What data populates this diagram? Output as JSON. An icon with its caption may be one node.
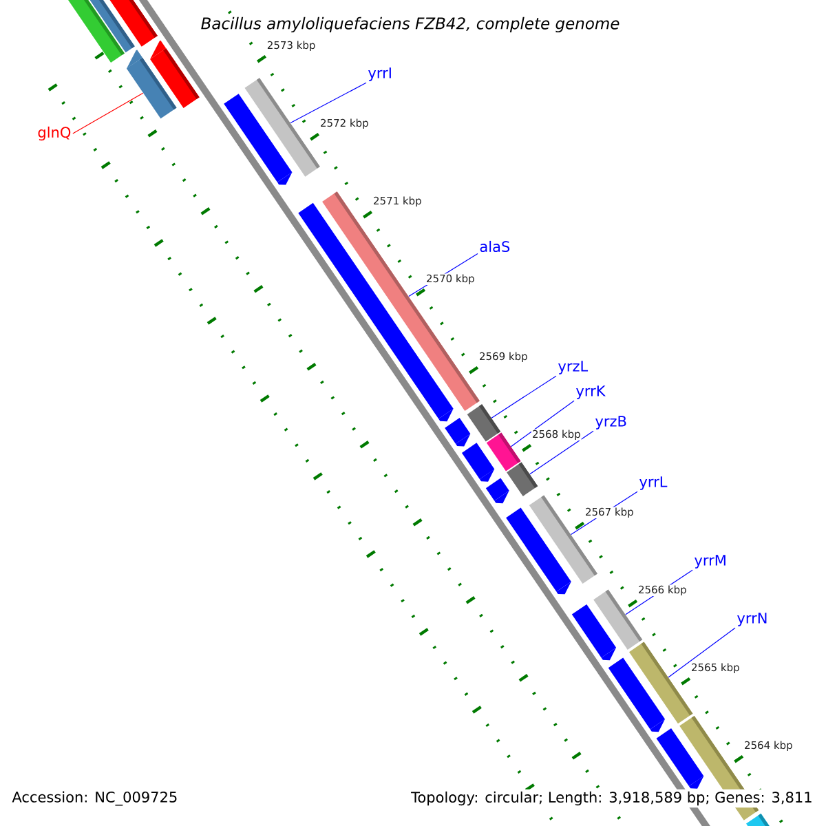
{
  "diagram": {
    "title": "Bacillus amyloliquefaciens FZB42, complete genome",
    "nodes": [
      {
        "text": [
          "yrrI"
        ]
      },
      {
        "text": [
          "glnQ"
        ]
      },
      {
        "text": [
          "alaS"
        ]
      },
      {
        "text": [
          "yrzL"
        ]
      },
      {
        "text": [
          "yrrK"
        ]
      },
      {
        "text": [
          "yrzB"
        ]
      },
      {
        "text": [
          "yrrL"
        ]
      },
      {
        "text": [
          "yrrM"
        ]
      },
      {
        "text": [
          "yrrN"
        ]
      },
      {
        "text": [],
        "shape": "bar"
      },
      {
        "text": [],
        "shape": "bar"
      },
      {
        "text": [],
        "shape": "bar"
      },
      {
        "text": [],
        "shape": "bar"
      },
      {
        "text": [],
        "shape": "bar"
      },
      {
        "text": [],
        "shape": "bar"
      },
      {
        "text": [],
        "shape": "bar"
      },
      {
        "text": [],
        "shape": "bar"
      },
      {
        "text": [],
        "shape": "bar"
      },
      {
        "text": [],
        "shape": "bar"
      },
      {
        "text": [],
        "shape": "bar"
      },
      {
        "text": [],
        "shape": "bar"
      },
      {
        "text": [],
        "shape": "bar"
      },
      {
        "text": [],
        "shape": "bar"
      },
      {
        "text": [],
        "shape": "bar"
      },
      {
        "text": [],
        "shape": "bar"
      },
      {
        "text": [],
        "shape": "bar"
      },
      {
        "text": [],
        "shape": "bar"
      },
      {
        "text": [],
        "shape": "bar"
      },
      {
        "text": [],
        "shape": "bar"
      },
      {
        "text": [],
        "shape": "bar"
      },
      {
        "text": [],
        "shape": "bar"
      },
      {
        "text": [],
        "shape": "bar"
      },
      {
        "text": [],
        "shape": "bar"
      }
    ],
    "edges": [
      {
        "from": 0,
        "to": 9,
        "arrow": "none"
      },
      {
        "from": 1,
        "to": 10,
        "arrow": "none",
        "color": "#ff0000"
      },
      {
        "from": 2,
        "to": 11,
        "arrow": "none"
      },
      {
        "from": 3,
        "to": 12,
        "arrow": "none"
      },
      {
        "from": 4,
        "to": 13,
        "arrow": "none"
      },
      {
        "from": 5,
        "to": 14,
        "arrow": "none"
      },
      {
        "from": 6,
        "to": 15,
        "arrow": "none"
      },
      {
        "from": 7,
        "to": 16,
        "arrow": "none"
      },
      {
        "from": 8,
        "to": 17,
        "arrow": "none"
      }
    ],
    "labels": [
      "2573 kbp",
      "2572 kbp",
      "2571 kbp",
      "2570 kbp",
      "2569 kbp",
      "2568 kbp",
      "2567 kbp",
      "2566 kbp",
      "2565 kbp",
      "2564 kbp",
      "Accession: NC_009725",
      "Topology: circular; Length: 3,918,589 bp; Genes: 3,811"
    ]
  }
}
